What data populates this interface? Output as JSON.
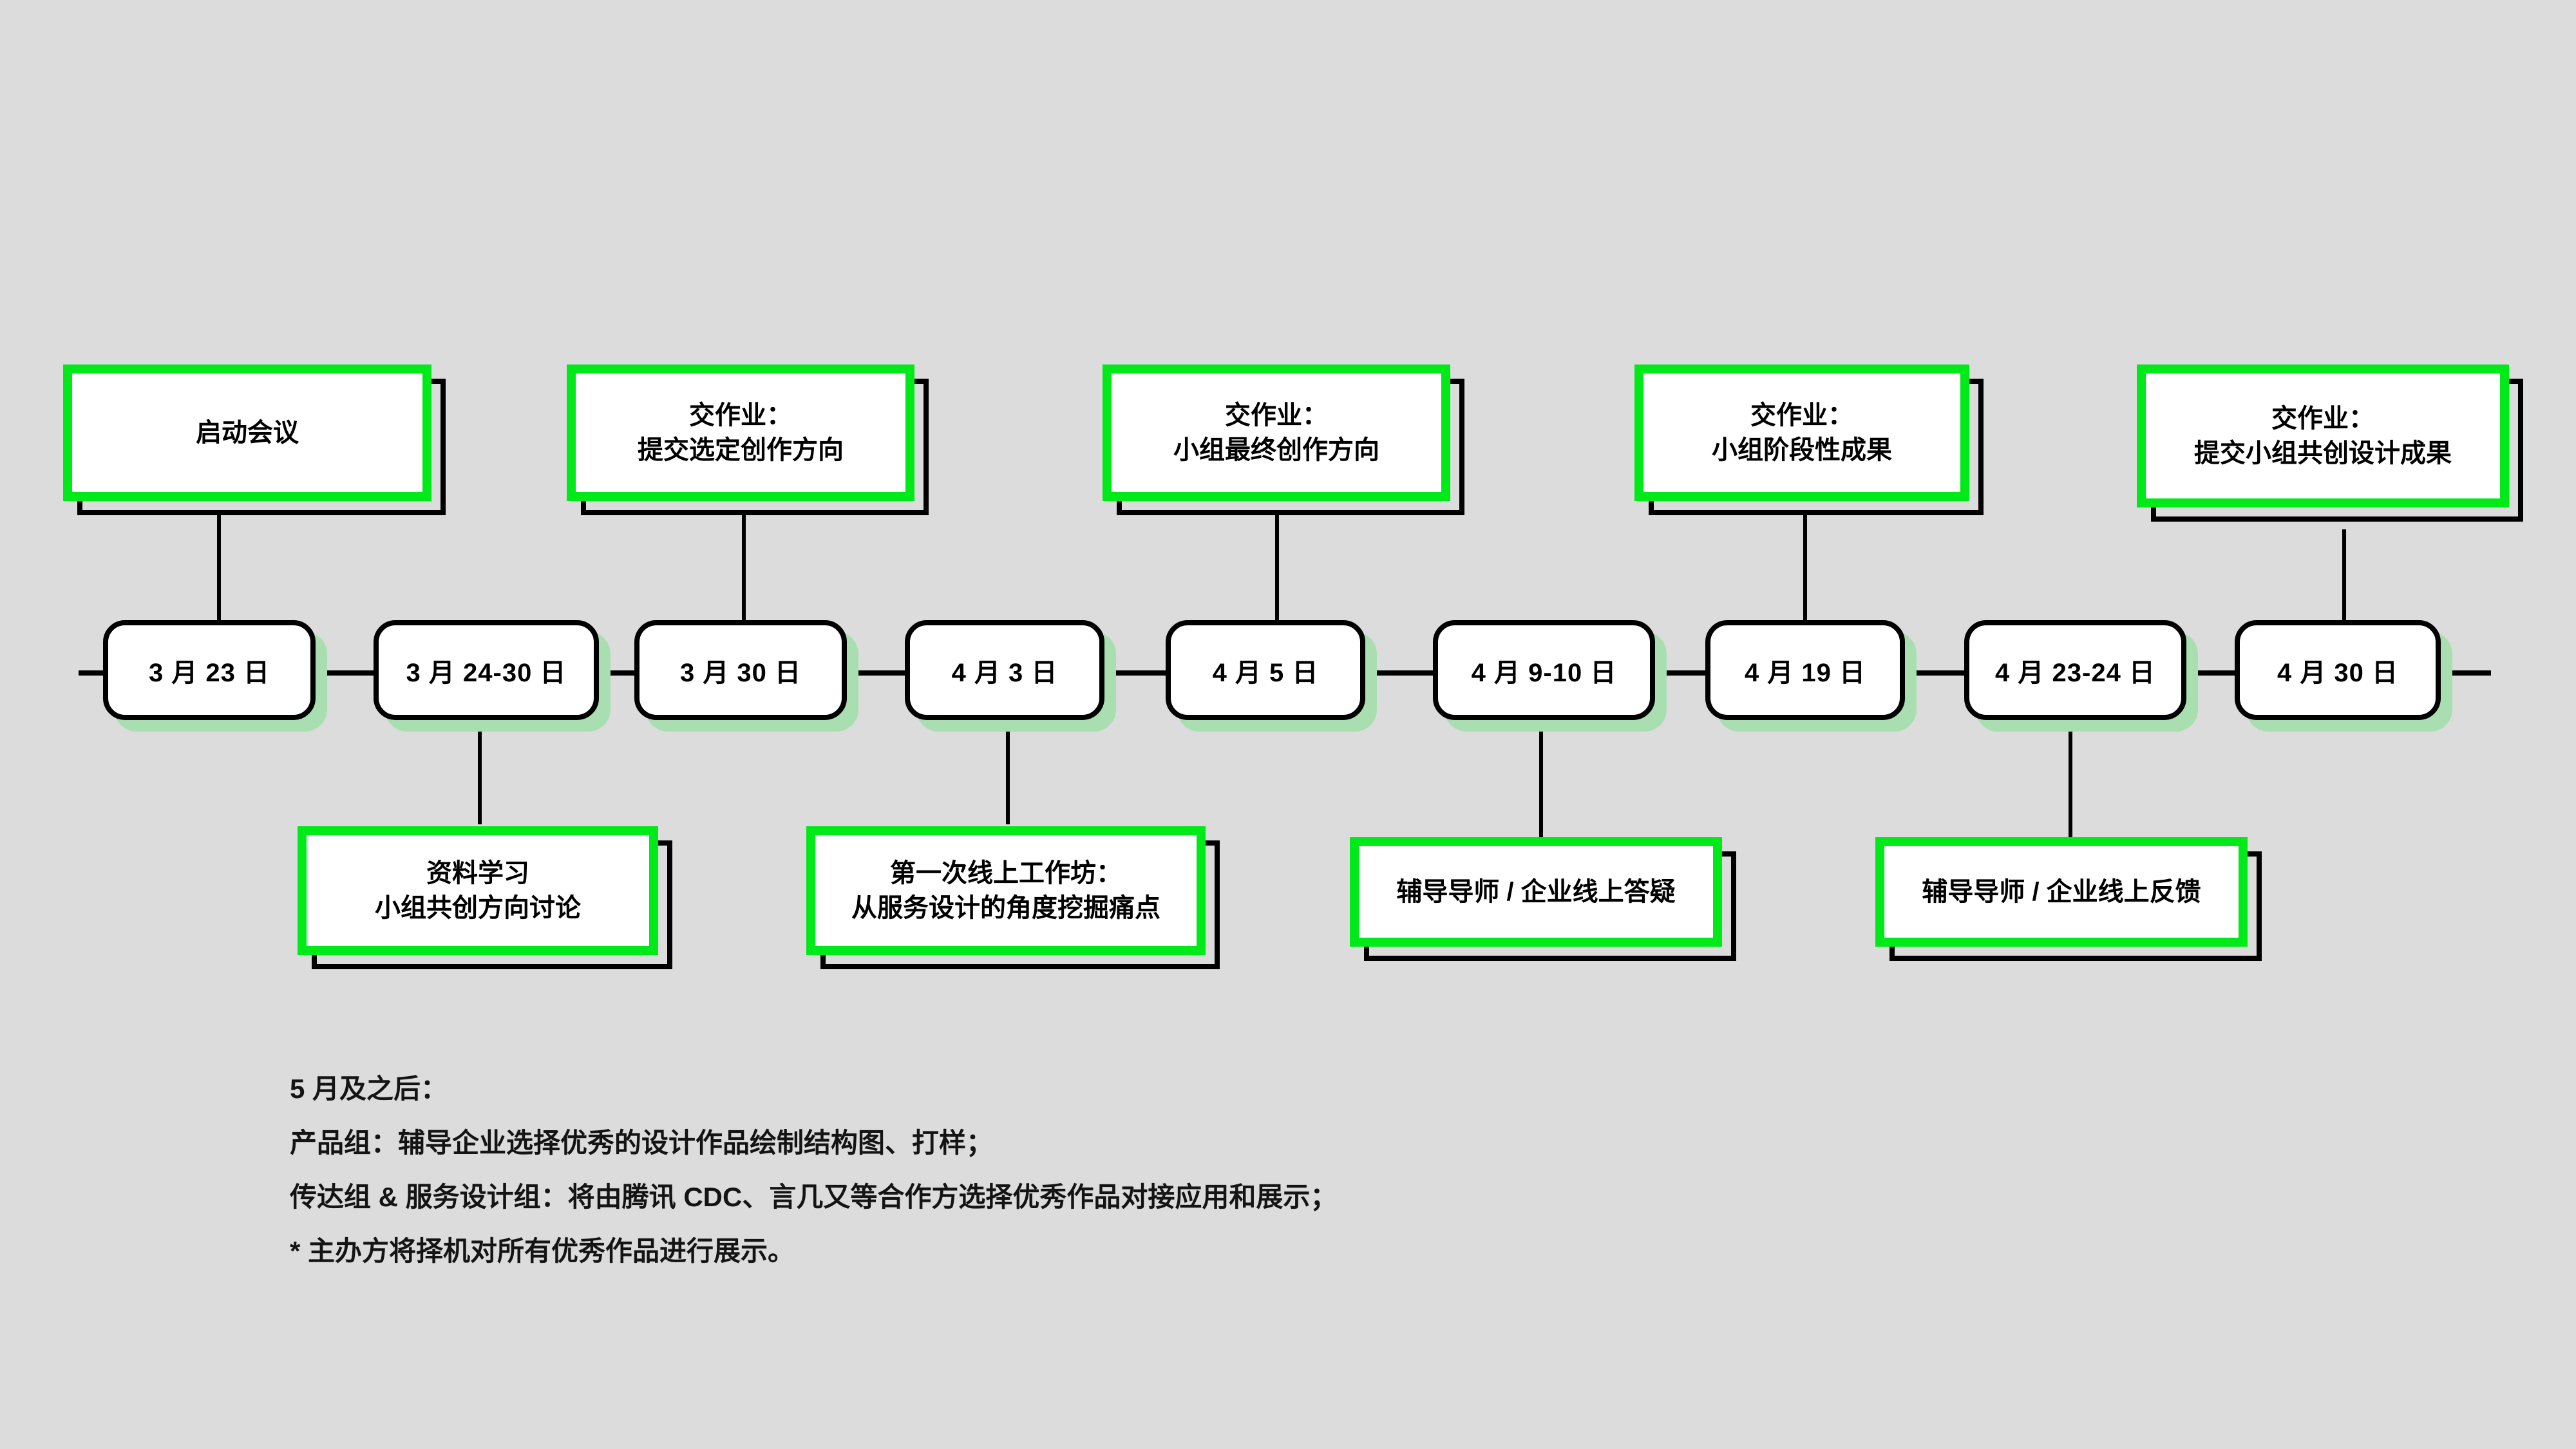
{
  "colors": {
    "background": "#dcdcdc",
    "card_border_green": "#00e919",
    "pill_shadow_green": "#a9dfb0",
    "line_black": "#000000",
    "card_fill": "#ffffff"
  },
  "timeline": {
    "spine_label": "timeline-axis",
    "milestones": [
      {
        "id": "m1",
        "date": "3 月 23 日"
      },
      {
        "id": "m2",
        "date": "3 月 24-30 日"
      },
      {
        "id": "m3",
        "date": "3 月 30 日"
      },
      {
        "id": "m4",
        "date": "4 月 3 日"
      },
      {
        "id": "m5",
        "date": "4 月 5 日"
      },
      {
        "id": "m6",
        "date": "4 月 9-10 日"
      },
      {
        "id": "m7",
        "date": "4 月 19 日"
      },
      {
        "id": "m8",
        "date": "4 月 23-24 日"
      },
      {
        "id": "m9",
        "date": "4 月 30 日"
      }
    ]
  },
  "cards_above": [
    {
      "id": "a1",
      "line1": "启动会议",
      "line2": ""
    },
    {
      "id": "a2",
      "line1": "交作业：",
      "line2": "提交选定创作方向"
    },
    {
      "id": "a3",
      "line1": "交作业：",
      "line2": "小组最终创作方向"
    },
    {
      "id": "a4",
      "line1": "交作业：",
      "line2": "小组阶段性成果"
    },
    {
      "id": "a5",
      "line1": "交作业：",
      "line2": "提交小组共创设计成果"
    }
  ],
  "cards_below": [
    {
      "id": "b1",
      "line1": "资料学习",
      "line2": "小组共创方向讨论"
    },
    {
      "id": "b2",
      "line1": "第一次线上工作坊：",
      "line2": "从服务设计的角度挖掘痛点"
    },
    {
      "id": "b3",
      "line1": "辅导导师 / 企业线上答疑",
      "line2": ""
    },
    {
      "id": "b4",
      "line1": "辅导导师 / 企业线上反馈",
      "line2": ""
    }
  ],
  "notes": {
    "lines": [
      "5 月及之后：",
      "产品组：辅导企业选择优秀的设计作品绘制结构图、打样；",
      "传达组 & 服务设计组：将由腾讯 CDC、言几又等合作方选择优秀作品对接应用和展示；",
      "* 主办方将择机对所有优秀作品进行展示。"
    ]
  }
}
